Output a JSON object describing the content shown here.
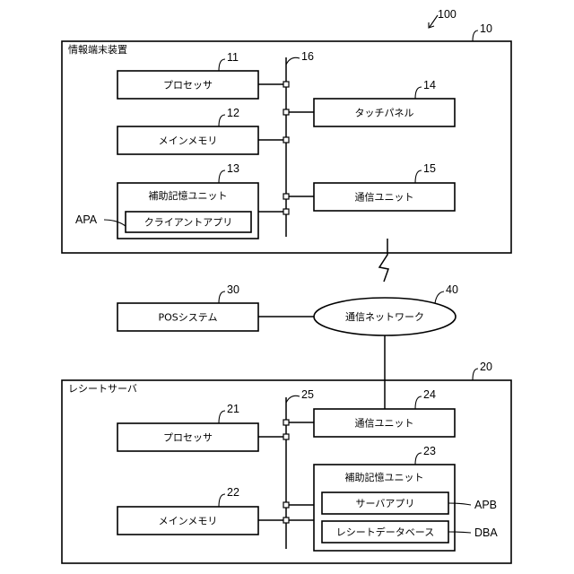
{
  "diagram": {
    "refs": {
      "system": "100",
      "terminal": "10",
      "processor1": "11",
      "mainmem1": "12",
      "storage1": "13",
      "touch": "14",
      "comm1": "15",
      "bus1": "16",
      "server": "20",
      "processor2": "21",
      "mainmem2": "22",
      "storage2": "23",
      "comm2": "24",
      "bus2": "25",
      "pos": "30",
      "network": "40",
      "apa": "APA",
      "apb": "APB",
      "dba": "DBA"
    },
    "labels": {
      "terminal": "情報端末装置",
      "processor1": "プロセッサ",
      "mainmem1": "メインメモリ",
      "storage1": "補助記憶ユニット",
      "client_app": "クライアントアプリ",
      "touch": "タッチパネル",
      "comm1": "通信ユニット",
      "pos": "POSシステム",
      "network": "通信ネットワーク",
      "server": "レシートサーバ",
      "comm2": "通信ユニット",
      "processor2": "プロセッサ",
      "storage2": "補助記憶ユニット",
      "server_app": "サーバアプリ",
      "mainmem2": "メインメモリ",
      "receipt_db": "レシートデータベース"
    }
  }
}
